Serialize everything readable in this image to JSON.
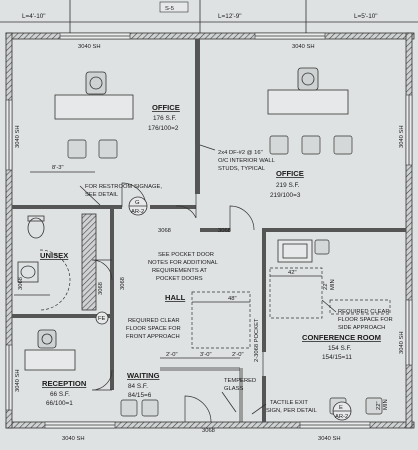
{
  "top_dims": {
    "left": "L=4'-10\"",
    "center": "L=12'-9\"",
    "right": "L=5'-10\"",
    "sheet_ref": "S-5"
  },
  "window_tags": {
    "top_left": "3040 SH",
    "top_right": "3040 SH",
    "left_office": "3040 SH",
    "left_reception": "3040 SH",
    "right_office": "3040 SH",
    "right_conference": "3040 SH",
    "bottom_left": "3040 SH",
    "bottom_right": "3040 SH"
  },
  "rooms": {
    "office_1": {
      "name": "OFFICE",
      "sf": "176 S.F.",
      "occ": "176/100=2"
    },
    "office_2": {
      "name": "OFFICE",
      "sf": "219 S.F.",
      "occ": "219/100=3"
    },
    "unisex": {
      "name": "UNISEX"
    },
    "hall": {
      "name": "HALL"
    },
    "reception": {
      "name": "RECEPTION",
      "sf": "66 S.F.",
      "occ": "66/100=1"
    },
    "waiting": {
      "name": "WAITING",
      "sf": "84 S.F.",
      "occ": "84/15=6"
    },
    "conference": {
      "name": "CONFERENCE ROOM",
      "sf": "154 S.F.",
      "occ": "154/15=11"
    }
  },
  "notes": {
    "wall_note": [
      "2x4 DF-#2 @ 16\"",
      "O/C INTERIOR WALL",
      "STUDS, TYPICAL"
    ],
    "signage_note": [
      "FOR RESTROOM SIGNAGE,",
      "SEE DETAIL"
    ],
    "pocket_note": [
      "SEE POCKET DOOR",
      "NOTES FOR ADDITIONAL",
      "REQUIREMENTS AT",
      "POCKET DOORS"
    ],
    "front_clear": [
      "REQUIRED CLEAR",
      "FLOOR SPACE FOR",
      "FRONT APPROACH"
    ],
    "side_clear": [
      "REQUIRED CLEAR",
      "FLOOR SPACE FOR",
      "SIDE APPROACH"
    ],
    "tempered": [
      "TEMPERED",
      "GLASS"
    ],
    "tactile": [
      "TACTILE EXIT",
      "SIGN, PER DETAIL"
    ]
  },
  "dims": {
    "d83": "8'-3\"",
    "d48": "48\"",
    "d42": "42\"",
    "d22a": "22\"",
    "d22b": "22\"",
    "min_a": "MIN",
    "min_b": "MIN",
    "d20a": "2'-0\"",
    "d30": "3'-0\"",
    "d20b": "2'-0\"",
    "pocket": "2-3068 POCKET",
    "side_door": "3068"
  },
  "doors": {
    "d1": "3068",
    "d2": "3068",
    "d3": "3068",
    "d4": "3068",
    "wc_label": "3068"
  },
  "detail_tags": {
    "tag1_top": "G",
    "tag1_bottom": "AR-2",
    "tag2_top": "E",
    "tag2_bottom": "AR-2",
    "fe": "FE"
  }
}
